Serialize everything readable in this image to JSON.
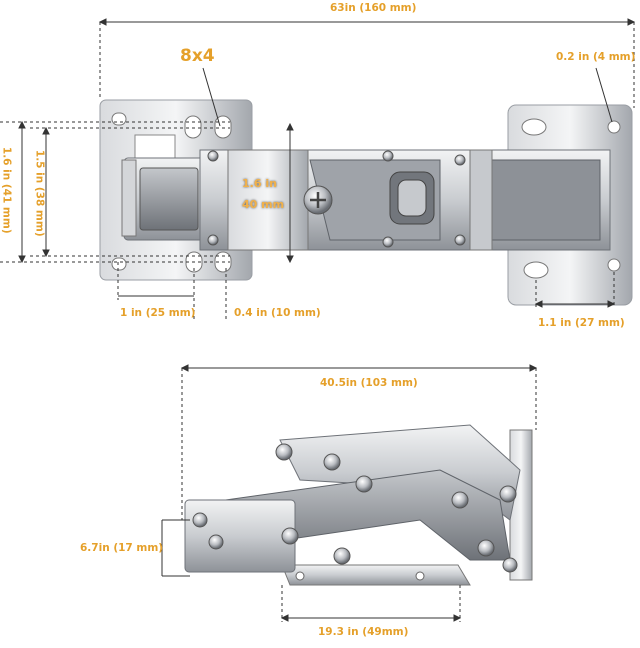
{
  "colors": {
    "label": "#e5a02a",
    "steel_light": "#e6e7e9",
    "steel_mid": "#b7bac0",
    "steel_dark": "#6e7278",
    "dim_line": "#333333"
  },
  "labels": {
    "width_total": "63in (160 mm)",
    "screw_count": "8x4",
    "hole_offset": "0.2 in (4 mm)",
    "plate_height_outer": "1.6 in (41 mm)",
    "plate_height_inner": "1.5 in (38 mm)",
    "arm_height": "1.6 in",
    "arm_height_mm": "40 mm",
    "hole_spacing": "1 in (25 mm)",
    "edge_offset": "0.4 in (10 mm)",
    "base_hole_spacing": "1.1 in (27 mm)",
    "open_width": "40.5in (103 mm)",
    "open_height": "6.7in (17 mm)",
    "mount_width": "19.3 in (49mm)"
  }
}
